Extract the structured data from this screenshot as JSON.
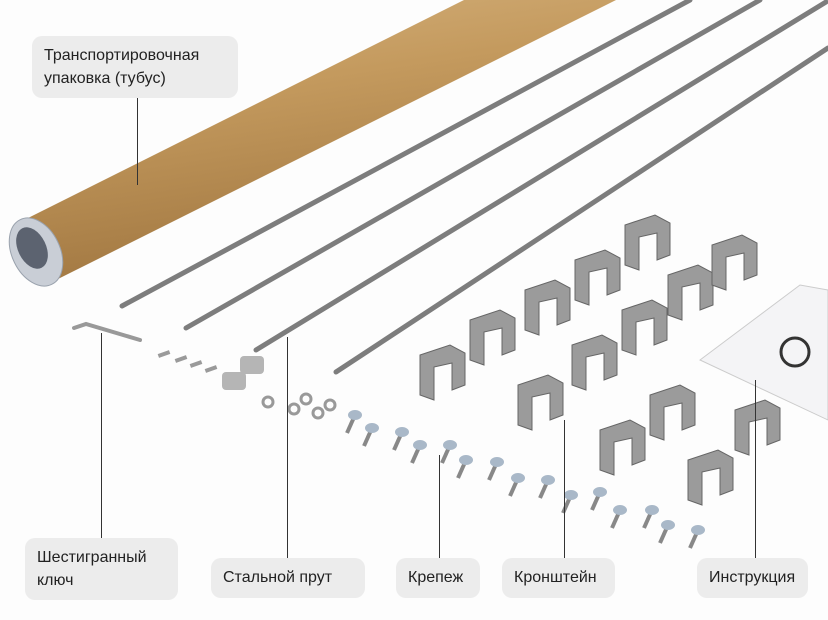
{
  "labels": {
    "tube": "Транспортировочная упаковка (тубус)",
    "hex_key": "Шестигранный ключ",
    "steel_rod": "Стальной прут",
    "fasteners": "Крепеж",
    "bracket": "Кронштейн",
    "instruction": "Инструкция"
  },
  "colors": {
    "tube": "#c8a46a",
    "metal": "#8a8a8a",
    "label_bg": "#ececec"
  }
}
